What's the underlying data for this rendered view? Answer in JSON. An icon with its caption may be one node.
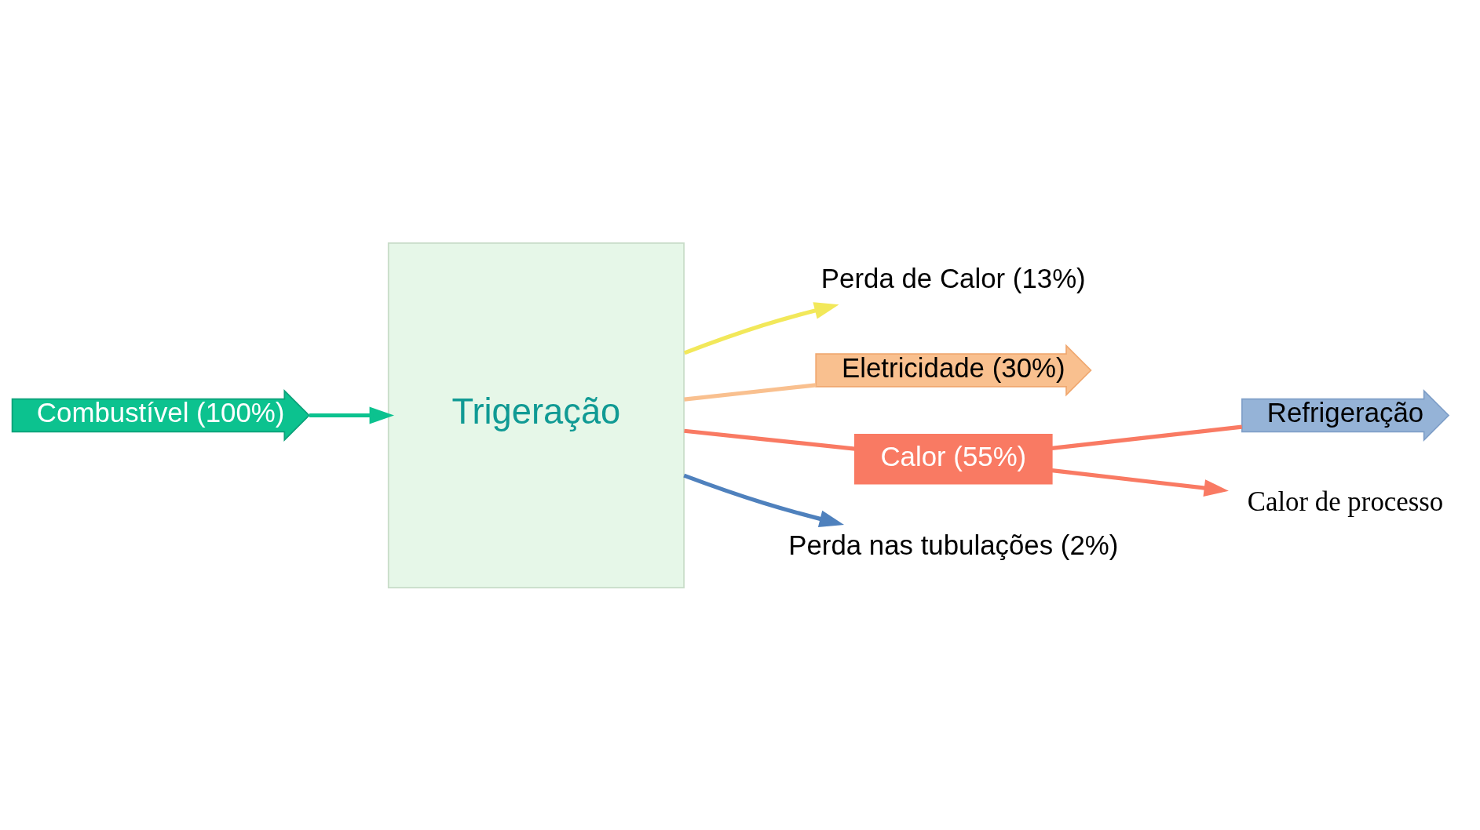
{
  "diagram": {
    "nodes": [
      {
        "text": [
          "Combustível (100%)"
        ]
      },
      {
        "text": [
          "Trigeração"
        ]
      },
      {
        "text": [
          "Perda de Calor (13%)"
        ]
      },
      {
        "text": [
          "Eletricidade (30%)"
        ]
      },
      {
        "text": [
          "Calor (55%)"
        ]
      },
      {
        "text": [
          "Refrigeração"
        ]
      },
      {
        "text": [
          "Calor de processo"
        ]
      },
      {
        "text": [
          "Perda nas tubulações (2%)"
        ]
      }
    ],
    "edges": [
      {
        "from": 0,
        "to": 1,
        "arrow": "to",
        "color": "#0cc28f"
      },
      {
        "from": 1,
        "to": 2,
        "arrow": "to",
        "color": "#f2e85a"
      },
      {
        "from": 1,
        "to": 3,
        "arrow": "none",
        "color": "#f9c08f"
      },
      {
        "from": 1,
        "to": 4,
        "arrow": "none",
        "color": "#f97a63"
      },
      {
        "from": 4,
        "to": 5,
        "arrow": "none",
        "color": "#f97a63"
      },
      {
        "from": 4,
        "to": 6,
        "arrow": "to",
        "color": "#f97a63"
      },
      {
        "from": 1,
        "to": 7,
        "arrow": "to",
        "color": "#4f81bd"
      }
    ]
  }
}
